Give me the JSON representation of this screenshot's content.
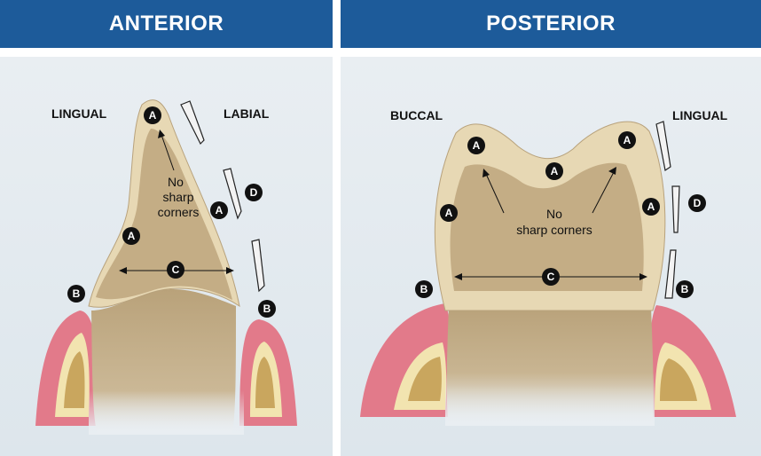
{
  "anterior": {
    "title": "ANTERIOR",
    "side_left": "LINGUAL",
    "side_right": "LABIAL",
    "note_line1": "No",
    "note_line2": "sharp",
    "note_line3": "corners",
    "badges": [
      "A",
      "A",
      "A",
      "B",
      "B",
      "C",
      "D"
    ]
  },
  "posterior": {
    "title": "POSTERIOR",
    "side_left": "BUCCAL",
    "side_right": "LINGUAL",
    "note_line1": "No",
    "note_line2": "sharp corners",
    "badges": [
      "A",
      "A",
      "A",
      "A",
      "A",
      "B",
      "B",
      "C",
      "D"
    ]
  },
  "colors": {
    "header": "#1d5b9a",
    "background": "#e9eef2",
    "tooth": "#c4ad85",
    "enamel": "#e7d8b4",
    "gum": "#e27a8a",
    "badge": "#111111"
  }
}
